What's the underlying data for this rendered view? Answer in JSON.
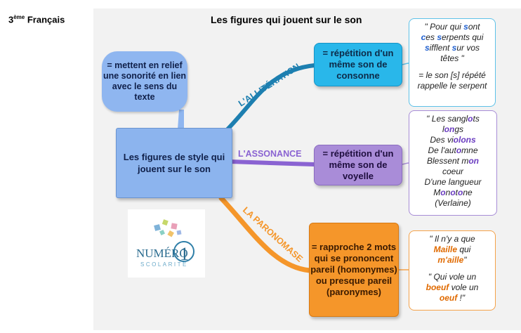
{
  "header": {
    "grade_base": "3",
    "grade_sup": "ème",
    "grade_subject": " Français",
    "title": "Les figures qui jouent sur le son"
  },
  "central_node": {
    "text": "Les figures de style qui jouent sur le son"
  },
  "cloud_note": {
    "text": "= mettent en relief une sonorité en lien avec le sens du texte"
  },
  "branches": {
    "alliteration": {
      "label": "L'ALLITÉRATION",
      "definition": "= répétition d'un même son de consonne",
      "example": {
        "quote_segments": [
          [
            "\" Pour qui ",
            false
          ],
          [
            "s",
            true
          ],
          [
            "ont",
            false
          ],
          [
            "\n",
            false
          ],
          [
            "c",
            true
          ],
          [
            "es ",
            false
          ],
          [
            "s",
            true
          ],
          [
            "erpents qui",
            false
          ],
          [
            "\n",
            false
          ],
          [
            "s",
            true
          ],
          [
            "iffl",
            false
          ],
          [
            "ent ",
            false
          ],
          [
            "s",
            true
          ],
          [
            "ur vos",
            false
          ],
          [
            "\n",
            false
          ],
          [
            "têtes \"",
            false
          ]
        ],
        "explanation": "= le son [s] répété rappelle le serpent"
      }
    },
    "assonance": {
      "label": "L'ASSONANCE",
      "definition": "= répétition d'un même son de voyelle",
      "example": {
        "quote_segments": [
          [
            "\" Les sangl",
            false
          ],
          [
            "o",
            true
          ],
          [
            "ts",
            false
          ],
          [
            "\n",
            false
          ],
          [
            "l",
            false
          ],
          [
            "on",
            true
          ],
          [
            "gs",
            false
          ],
          [
            "\n",
            false
          ],
          [
            "Des vi",
            false
          ],
          [
            "ol",
            true
          ],
          [
            "ons",
            true
          ],
          [
            "\n",
            false
          ],
          [
            "De l'aut",
            false
          ],
          [
            "o",
            true
          ],
          [
            "mne",
            false
          ],
          [
            "\n",
            false
          ],
          [
            "Blessent m",
            false
          ],
          [
            "on",
            true
          ],
          [
            "\n",
            false
          ],
          [
            "coeur",
            false
          ],
          [
            "\n",
            false
          ],
          [
            "D'une langueur",
            false
          ],
          [
            "\n",
            false
          ],
          [
            "M",
            false
          ],
          [
            "o",
            true
          ],
          [
            "n",
            false
          ],
          [
            "o",
            true
          ],
          [
            "t",
            false
          ],
          [
            "o",
            true
          ],
          [
            "ne",
            false
          ],
          [
            "\n",
            false
          ],
          [
            "(Verlaine)",
            false
          ]
        ]
      }
    },
    "paronomase": {
      "label": "LA PARONOMASE",
      "definition": "= rapproche 2 mots qui se prononcent pareil (homonymes) ou presque pareil (paronymes)",
      "example": {
        "quote1_segments": [
          [
            "\" Il n'y a que",
            false
          ],
          [
            "\n",
            false
          ],
          [
            "Maille",
            true
          ],
          [
            " qui",
            false
          ],
          [
            "\n",
            false
          ],
          [
            "m'aille",
            true
          ],
          [
            "\"",
            false
          ]
        ],
        "quote2_segments": [
          [
            "\" Qui vole un",
            false
          ],
          [
            "\n",
            false
          ],
          [
            "boeuf",
            true
          ],
          [
            " vole un",
            false
          ],
          [
            "\n",
            false
          ],
          [
            "oeuf",
            true
          ],
          [
            " !\"",
            false
          ]
        ]
      }
    }
  },
  "logo": {
    "text_main": "NUMÉRO",
    "text_digit": "1",
    "text_sub": "SCOLARITÉ"
  },
  "colors": {
    "blue_branch": "#1d7fb0",
    "violet_branch": "#8a63d2",
    "orange_branch": "#f5962a",
    "central": "#8cb4ee"
  }
}
